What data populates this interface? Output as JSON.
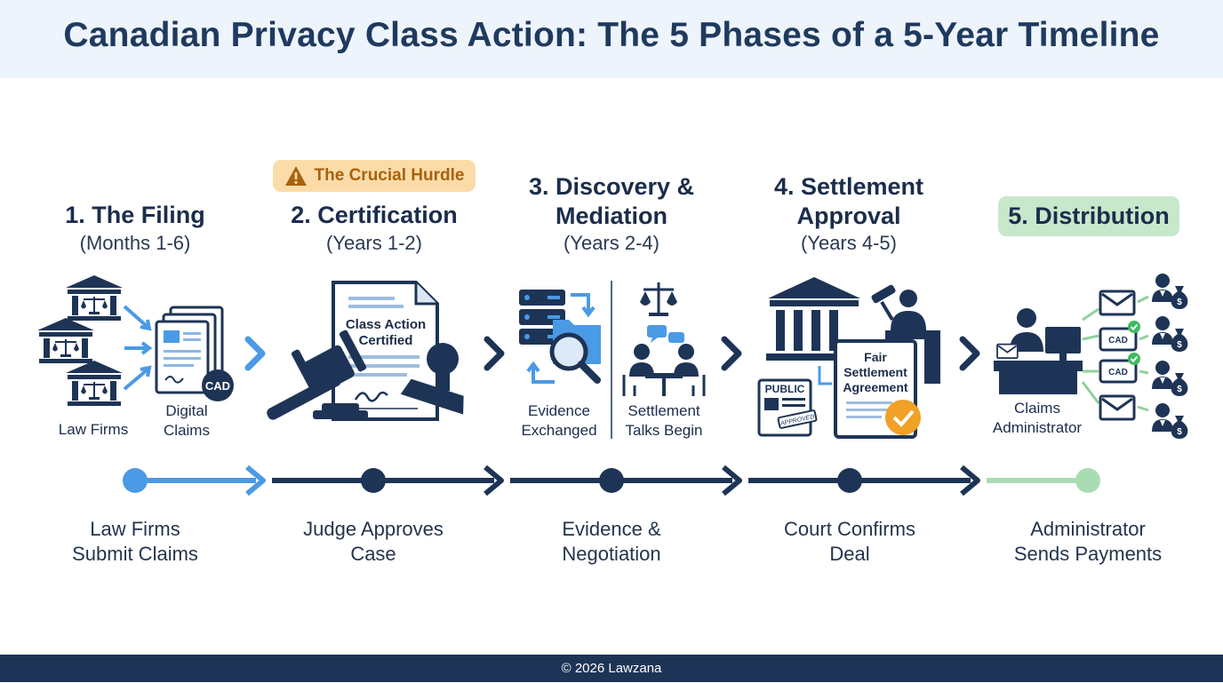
{
  "title": "Canadian Privacy Class Action: The 5 Phases of a 5-Year Timeline",
  "footer": "© 2026 Lawzana",
  "colors": {
    "navy": "#1e3456",
    "light_blue": "#4a9ae6",
    "badge_fill": "#fbdca8",
    "badge_text": "#a8620f",
    "green_pill": "#c8e8cc",
    "check_green": "#3dbb5e",
    "check_orange": "#f0a126"
  },
  "badge": {
    "label": "The Crucial Hurdle",
    "icon": "warning-icon"
  },
  "phases": [
    {
      "title": "1. The Filing",
      "period": "(Months 1-6)",
      "icon_labels": [
        "Law Firms",
        "Digital\nClaims"
      ],
      "caption": "Law Firms\nSubmit Claims"
    },
    {
      "title": "2. Certification",
      "period": "(Years 1-2)",
      "doc_text": "Class Action\nCertified",
      "caption": "Judge Approves\nCase"
    },
    {
      "title": "3. Discovery &\nMediation",
      "period": "(Years 2-4)",
      "icon_labels": [
        "Evidence\nExchanged",
        "Settlement\nTalks Begin"
      ],
      "caption": "Evidence &\nNegotiation"
    },
    {
      "title": "4. Settlement\nApproval",
      "period": "(Years 4-5)",
      "doc_text": "Fair\nSettlement\nAgreement",
      "public_label": "PUBLIC",
      "stamp_text": "APPROVED",
      "caption": "Court Confirms\nDeal"
    },
    {
      "title": "5. Distribution",
      "period": "",
      "icon_labels": [
        "Claims\nAdministrator"
      ],
      "caption": "Administrator\nSends Payments"
    }
  ],
  "currency_label": "CAD"
}
